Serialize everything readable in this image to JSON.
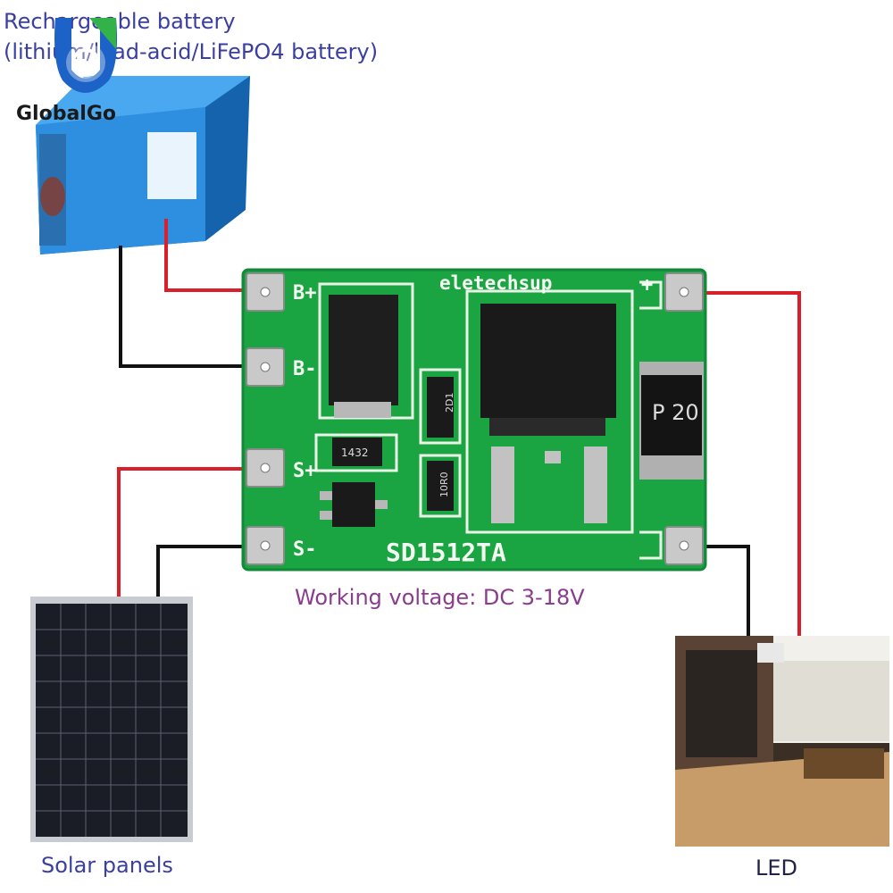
{
  "battery": {
    "title_line1": "Rechargeable battery",
    "title_line2": "(lithium/lead-acid/LiFePO4 battery)"
  },
  "logo": {
    "text": "GlobalGo"
  },
  "board": {
    "brand": "eletechsup",
    "model": "SD1512TA",
    "pins": {
      "b_plus": "B+",
      "b_minus": "B-",
      "s_plus": "S+",
      "s_minus": "S-",
      "out_plus": "+"
    },
    "component_markings": {
      "resistor_1": "1432",
      "resistor_2": "2D1",
      "resistor_3": "10R0",
      "diode": "P 20"
    }
  },
  "working_voltage": "Working voltage: DC 3-18V",
  "labels": {
    "solar": "Solar panels",
    "led": "LED"
  },
  "colors": {
    "wire_red": "#d9202a",
    "wire_black": "#111111",
    "pcb_green": "#1aa542",
    "label_blue": "#3b3fa0",
    "label_purple": "#8a3c8e"
  }
}
